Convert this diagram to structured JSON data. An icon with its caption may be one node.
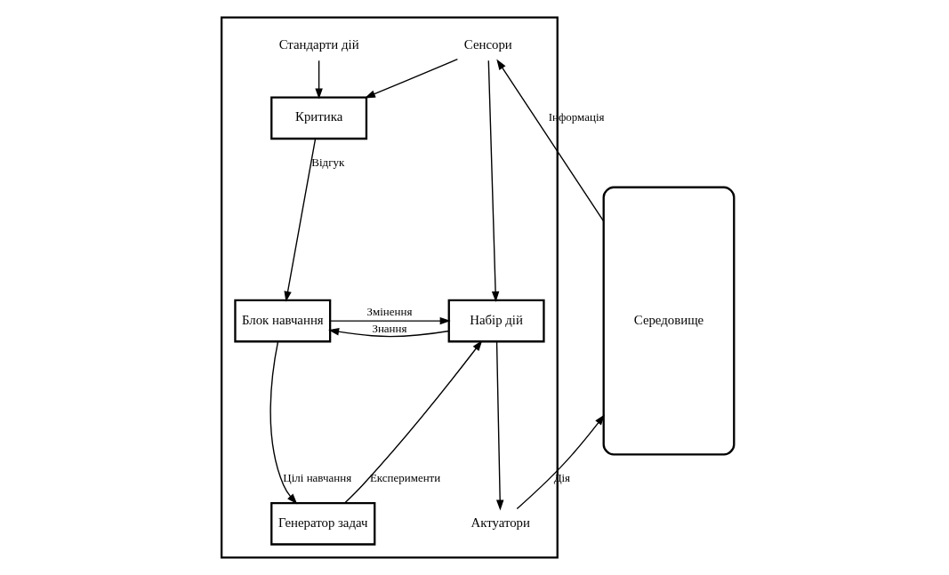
{
  "diagram": {
    "nodes": [
      {
        "text": [],
        "shape": "box"
      },
      {
        "text": [
          "Стандарти дій"
        ],
        "in": 0
      },
      {
        "text": [
          "Сенсори"
        ],
        "in": 0
      },
      {
        "text": [
          "Критика"
        ],
        "in": 0
      },
      {
        "text": [
          "Блок навчання"
        ],
        "in": 0
      },
      {
        "text": [
          "Набір дій"
        ],
        "in": 0
      },
      {
        "text": [
          "Генератор задач"
        ],
        "in": 0
      },
      {
        "text": [
          "Актуатори"
        ],
        "in": 0
      },
      {
        "text": [
          "Середовище"
        ]
      }
    ],
    "edges": [
      {
        "from": 8,
        "to": 2,
        "arrow": "to",
        "label": "Інформація"
      },
      {
        "from": 1,
        "to": 3,
        "arrow": "to"
      },
      {
        "from": 2,
        "to": 3,
        "arrow": "to"
      },
      {
        "from": 2,
        "to": 5,
        "arrow": "to"
      },
      {
        "from": 3,
        "to": 4,
        "arrow": "to",
        "label": "Відгук"
      },
      {
        "from": 4,
        "to": 5,
        "arrow": "to",
        "label": "Змінення"
      },
      {
        "from": 5,
        "to": 4,
        "arrow": "to",
        "label": "Знання"
      },
      {
        "from": 4,
        "to": 6,
        "arrow": "to",
        "label": "Цілі навчання"
      },
      {
        "from": 6,
        "to": 5,
        "arrow": "to",
        "label": "Експерименти"
      },
      {
        "from": 5,
        "to": 7,
        "arrow": "to"
      },
      {
        "from": 7,
        "to": 8,
        "arrow": "to",
        "label": "Дія"
      }
    ]
  }
}
